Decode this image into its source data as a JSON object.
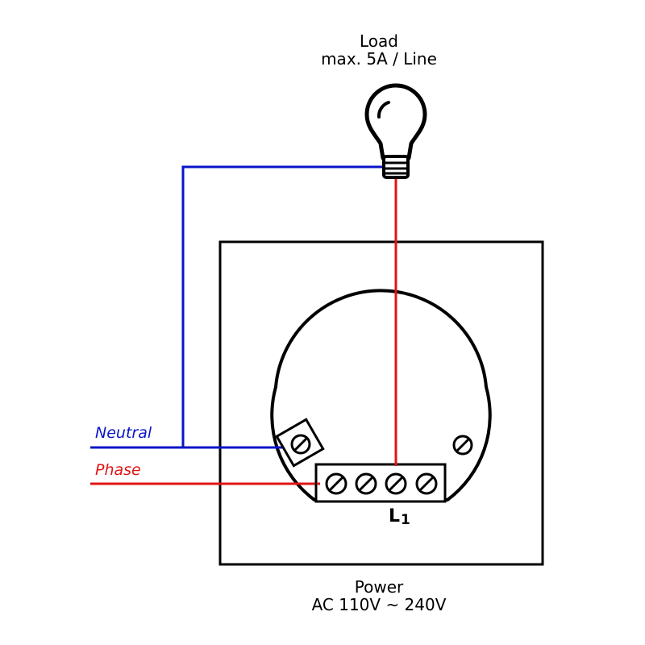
{
  "load": {
    "title": "Load",
    "rating": "max. 5A / Line"
  },
  "power": {
    "title": "Power",
    "voltage": "AC 110V ~ 240V"
  },
  "wires": {
    "neutral": {
      "label": "Neutral",
      "color": "#0a14c8"
    },
    "phase": {
      "label": "Phase",
      "color": "#e01414"
    }
  },
  "terminal": {
    "letter": "L",
    "index": "1"
  },
  "icons": [
    "light-bulb-icon",
    "screw-terminal-icon"
  ]
}
